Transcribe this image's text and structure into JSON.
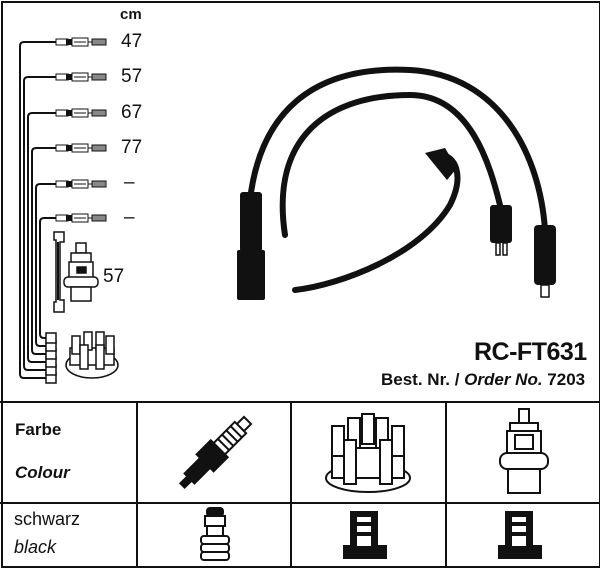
{
  "product": {
    "name": "RC-FT631",
    "order_prefix": "Best. Nr. /",
    "order_label_en": "Order No.",
    "order_number": "7203"
  },
  "lengths": {
    "unit": "cm",
    "leads": [
      "47",
      "57",
      "67",
      "77",
      "–",
      "–"
    ],
    "coil_lead": "57"
  },
  "table": {
    "header_de": "Farbe",
    "header_en": "Colour",
    "colour_de": "schwarz",
    "colour_en": "black",
    "columns": [
      "spark-plug",
      "distributor-cap",
      "ignition-coil"
    ]
  },
  "colors": {
    "ink": "#111111",
    "background": "#ffffff"
  }
}
